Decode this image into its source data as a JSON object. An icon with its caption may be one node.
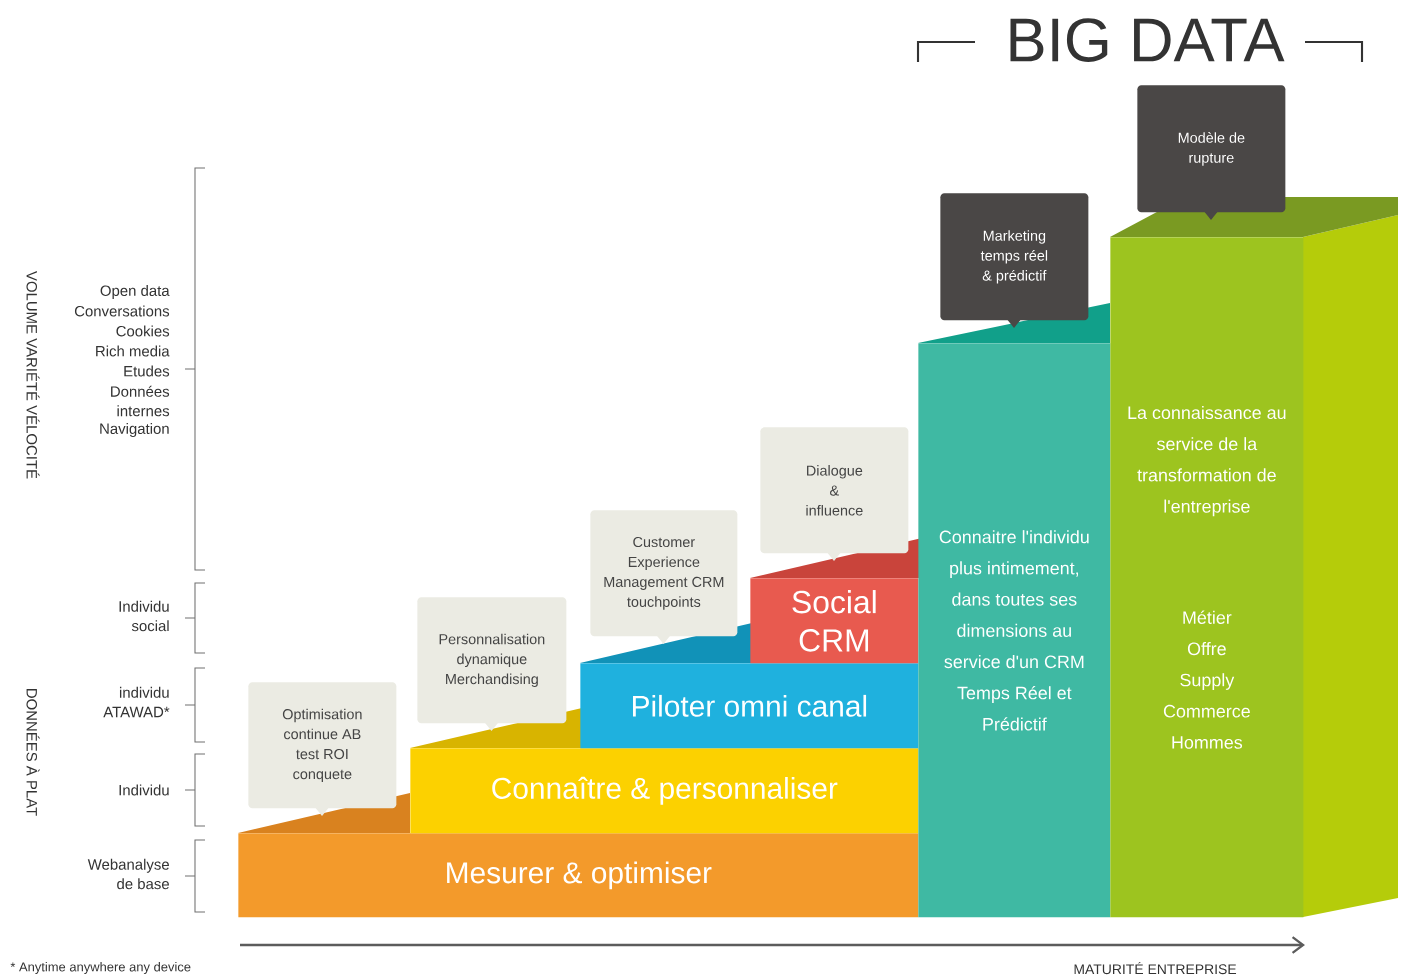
{
  "diagram": {
    "title": "BIG DATA",
    "nodes": [
      {
        "text": [
          "Mesurer & optimiser"
        ]
      },
      {
        "text": [
          "Connaître & personnaliser"
        ]
      },
      {
        "text": [
          "Piloter omni canal"
        ]
      },
      {
        "text": [
          "Social CRM"
        ]
      },
      {
        "text": [
          "Connaitre l'individu plus intimement, dans toutes ses dimensions au service d'un CRM Temps Réel et Prédictif"
        ]
      },
      {
        "text": [
          "La connaissance au service de la transformation de l'entreprise",
          "Métier",
          "Offre",
          "Supply",
          "Commerce",
          "Hommes"
        ]
      },
      {
        "text": [
          "Optimisation continue AB test ROI conquete"
        ]
      },
      {
        "text": [
          "Personnalisation dynamique Merchandising"
        ]
      },
      {
        "text": [
          "Customer Experience Management CRM touchpoints"
        ]
      },
      {
        "text": [
          "Dialogue & influence"
        ]
      },
      {
        "text": [
          "Marketing temps réel & prédictif"
        ]
      },
      {
        "text": [
          "Modèle de rupture"
        ]
      }
    ],
    "labels": [
      "VOLUME VARIÉTÉ VÉLOCITÉ",
      "Open data",
      "Conversations",
      "Cookies",
      "Rich media",
      "Etudes",
      "Données internes",
      "Navigation",
      "Individu social",
      "DONNÉES À PLAT",
      "individu ATAWAD*",
      "Individu",
      "Webanalyse de base",
      "* Anytime anywhere any device",
      "MATURITÉ ENTREPRISE"
    ]
  }
}
